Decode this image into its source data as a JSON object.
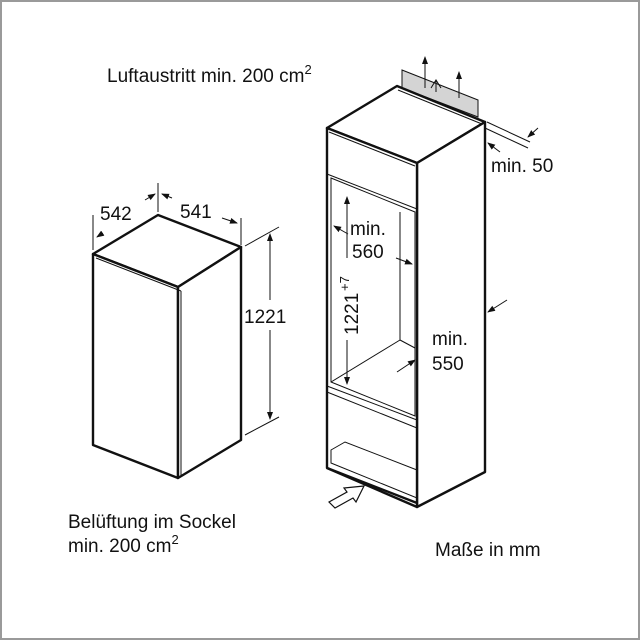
{
  "labels": {
    "air_outlet": "Luftaustritt min. 200 cm",
    "air_outlet_sup": "2",
    "depth": "542",
    "width": "541",
    "height": "1221",
    "niche_width_min": "min.",
    "niche_width_val": "560",
    "niche_height": "1221",
    "niche_height_tol": "+7",
    "niche_depth_min": "min.",
    "niche_depth_val": "550",
    "gap": "min. 50",
    "vent_line1": "Belüftung im Sockel",
    "vent_line2": "min. 200 cm",
    "vent_line2_sup": "2",
    "units": "Maße in mm"
  },
  "colors": {
    "line": "#111111",
    "vent_panel": "#d4d4d4",
    "frame": "#9a9a9a"
  }
}
